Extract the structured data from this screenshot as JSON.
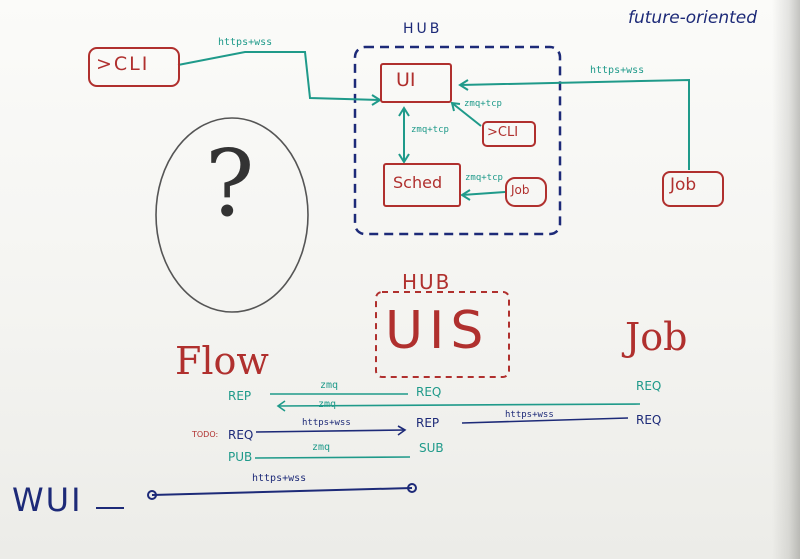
{
  "whiteboard": {
    "corner_note": "future-oriented",
    "hub_title": "HUB",
    "left_cli": ">CLI",
    "hub_box": {
      "ui": "UI",
      "cli": ">CLI",
      "sched": "Sched",
      "job": "Job",
      "link_ui_cli": "zmq+tcp",
      "link_ui_sched": "zmq+tcp",
      "link_sched_job": "zmq+tcp"
    },
    "right_job": "Job",
    "link_left_cli": "https+wss",
    "link_right_job": "https+wss",
    "question_mark": "?",
    "hub_caption": "HUB",
    "uis_label": "UIS",
    "flow_title": "Flow",
    "job_title": "Job",
    "flow_rows": [
      {
        "left": "REP",
        "mid_label": "zmq",
        "mid": "REQ",
        "right": "REQ"
      },
      {
        "left": "",
        "mid_label": "zmq",
        "mid": "",
        "right": ""
      },
      {
        "todo": "TODO:",
        "left": "REQ",
        "mid_label": "https+wss",
        "mid": "REP",
        "right_label": "https+wss",
        "right": "REQ"
      },
      {
        "left": "PUB",
        "mid_label": "zmq",
        "mid": "SUB"
      }
    ],
    "wui_label": "WUI",
    "wui_link": "https+wss",
    "colors": {
      "red": "#b0302e",
      "teal": "#1f9a8a",
      "navy": "#1d2a78"
    }
  }
}
